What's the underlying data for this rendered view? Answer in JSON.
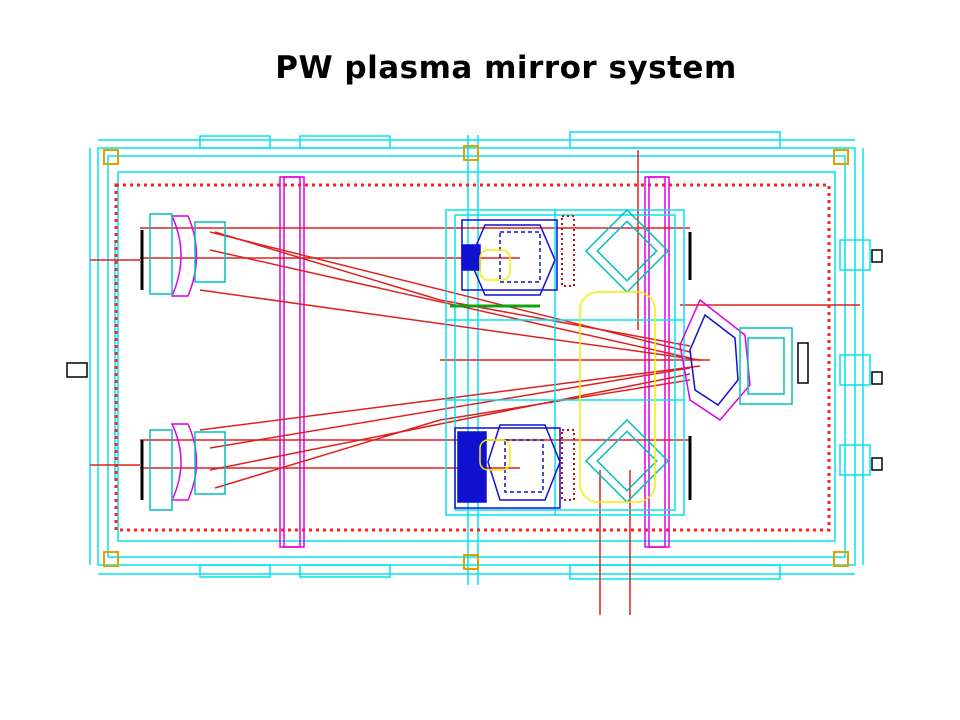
{
  "slide": {
    "title": "PW plasma mirror system"
  },
  "palette": {
    "frame": "#00e5ee",
    "beam": "#e02020",
    "rail": "#e000e0",
    "optic_blue": "#1010d0",
    "interlock": "#f0f000",
    "hatch": "#ff2020",
    "outline": "#000000",
    "accent_green": "#10a010"
  },
  "icons": {
    "mirror_mount": "cad-mirror-mount",
    "target_chamber": "cad-target-chamber",
    "grating_block": "cad-optic-block"
  }
}
